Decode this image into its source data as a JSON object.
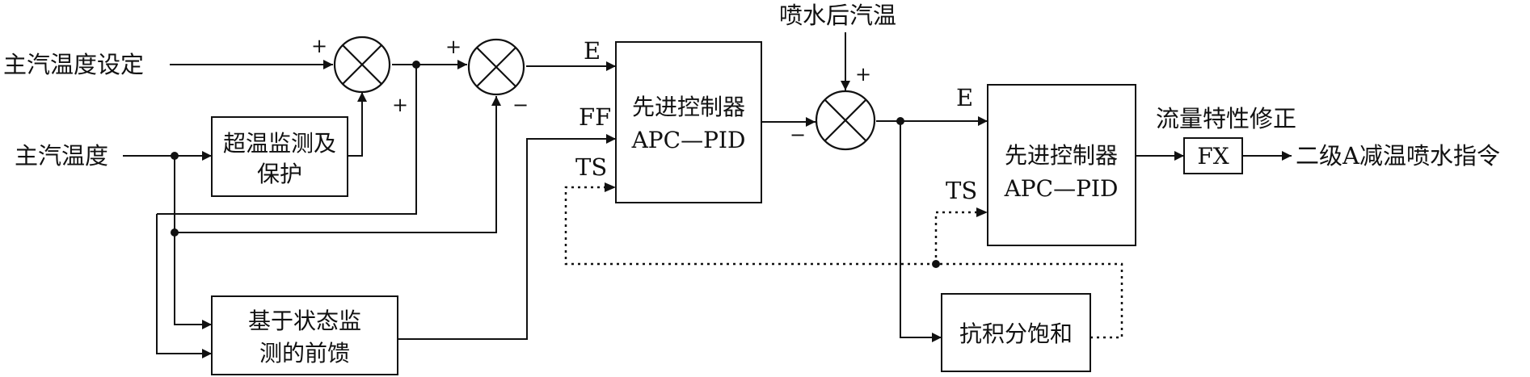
{
  "inputs": {
    "main_steam_temp_setpoint": "主汽温度设定",
    "main_steam_temp": "主汽温度",
    "temp_after_spray": "喷水后汽温"
  },
  "blocks": {
    "overtemp_monitor": [
      "超温监测及",
      "保护"
    ],
    "feedforward": [
      "基于状态监",
      "测的前馈"
    ],
    "apc_pid_1": [
      "先进控制器",
      "APC—PID"
    ],
    "apc_pid_2": [
      "先进控制器",
      "APC—PID"
    ],
    "anti_windup": "抗积分饱和",
    "fx": "FX"
  },
  "labels": {
    "e1": "E",
    "ff": "FF",
    "ts1": "TS",
    "e2": "E",
    "ts2": "TS",
    "flow_correction": "流量特性修正",
    "output": "二级A减温喷水指令"
  },
  "signs": {
    "s1_left": "+",
    "s1_bottom": "+",
    "s2_left": "+",
    "s2_bottom": "−",
    "s3_top": "+",
    "s3_left": "−"
  }
}
